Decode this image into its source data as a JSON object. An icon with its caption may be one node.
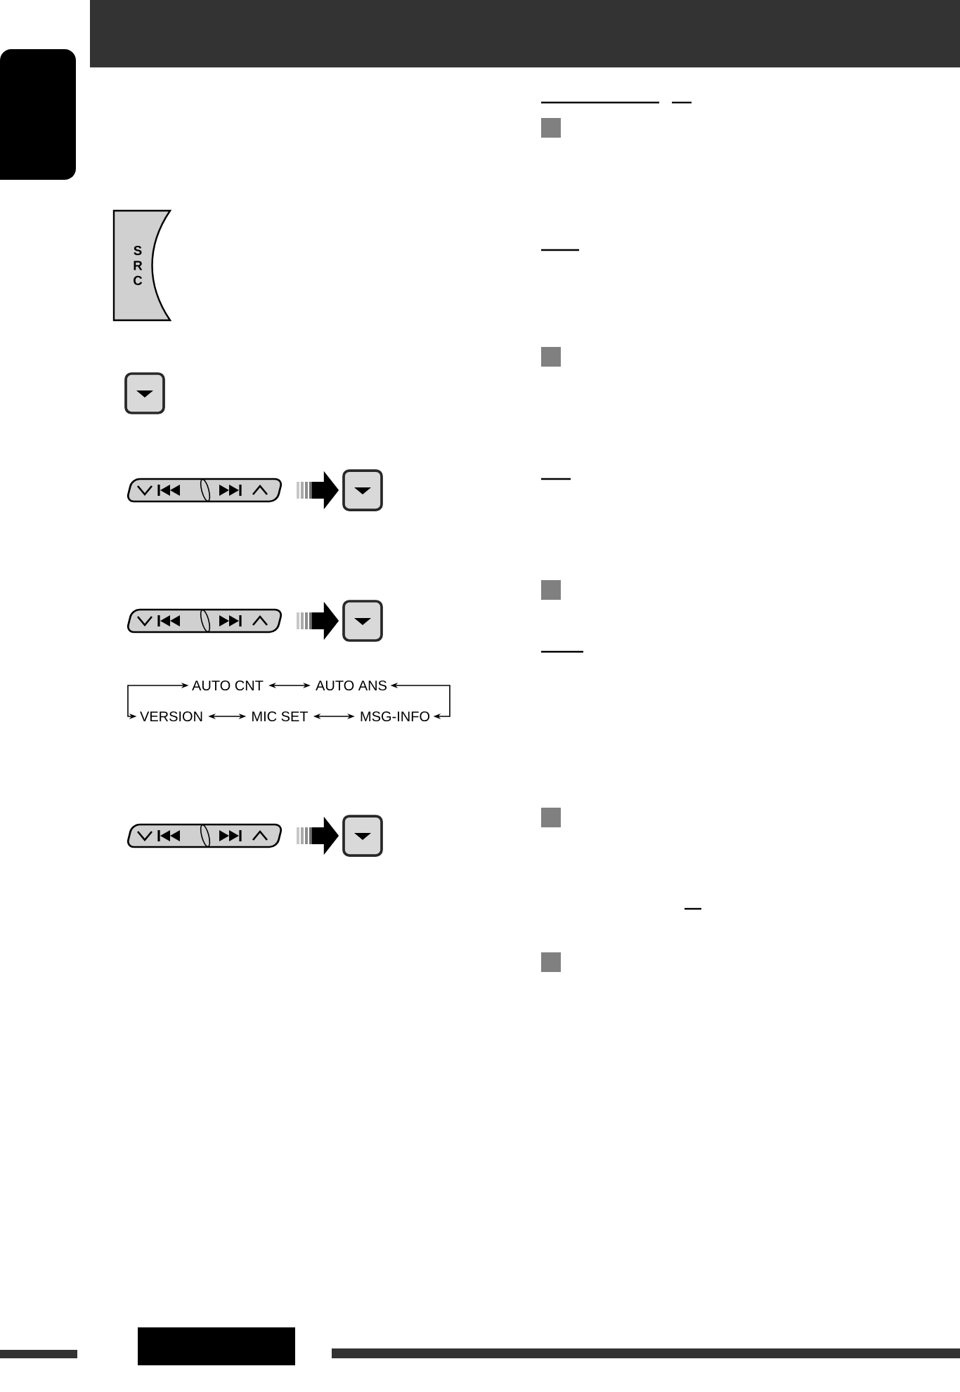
{
  "diagram": {
    "nodes": [
      {
        "text": [
          "S R C"
        ]
      },
      {
        "text": [],
        "shape": "button"
      },
      {
        "text": [],
        "shape": "button"
      },
      {
        "text": [],
        "shape": "button"
      },
      {
        "text": [],
        "shape": "button"
      },
      {
        "text": [],
        "shape": "button"
      },
      {
        "text": [
          "AUTO CNT"
        ]
      },
      {
        "text": [
          "AUTO ANS"
        ]
      },
      {
        "text": [
          "VERSION"
        ]
      },
      {
        "text": [
          "MIC SET"
        ]
      },
      {
        "text": [
          "MSG-INFO"
        ]
      },
      {
        "text": [],
        "shape": "button"
      },
      {
        "text": [],
        "shape": "button"
      }
    ],
    "edges": [
      {
        "from": 2,
        "to": 3,
        "arrow": "to",
        "style": "thick"
      },
      {
        "from": 4,
        "to": 5,
        "arrow": "to",
        "style": "thick"
      },
      {
        "from": 6,
        "to": 7,
        "arrow": "both"
      },
      {
        "from": 8,
        "to": 9,
        "arrow": "both"
      },
      {
        "from": 9,
        "to": 10,
        "arrow": "both"
      },
      {
        "from": 6,
        "to": 8,
        "arrow": "both"
      },
      {
        "from": 7,
        "to": 10,
        "arrow": "both"
      },
      {
        "from": 11,
        "to": 12,
        "arrow": "to",
        "style": "thick"
      }
    ]
  }
}
